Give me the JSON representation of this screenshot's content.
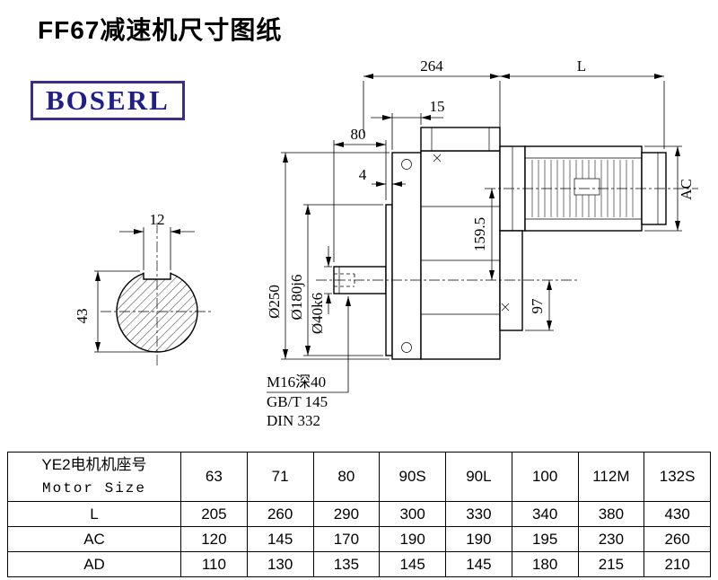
{
  "title": "FF67减速机尺寸图纸",
  "brand": "BOSERL",
  "drawing": {
    "dim_264": "264",
    "dim_L": "L",
    "dim_15": "15",
    "dim_80": "80",
    "dim_4": "4",
    "dim_12": "12",
    "dim_43": "43",
    "dia_250": "Ø250",
    "dia_180": "Ø180j6",
    "dia_40": "Ø40k6",
    "dim_159_5": "159.5",
    "dim_97": "97",
    "dim_AC": "AC",
    "note_thread": "M16深40",
    "note_gb": "GB/T 145",
    "note_din": "DIN 332"
  },
  "table": {
    "row_header_cn": "YE2电机机座号",
    "row_header_en": "Motor Size",
    "motor_sizes": [
      "63",
      "71",
      "80",
      "90S",
      "90L",
      "100",
      "112M",
      "132S"
    ],
    "rows": [
      {
        "label": "L",
        "values": [
          "205",
          "260",
          "290",
          "300",
          "330",
          "340",
          "380",
          "430"
        ]
      },
      {
        "label": "AC",
        "values": [
          "120",
          "145",
          "170",
          "190",
          "190",
          "195",
          "230",
          "260"
        ]
      },
      {
        "label": "AD",
        "values": [
          "110",
          "130",
          "135",
          "145",
          "145",
          "180",
          "215",
          "210"
        ]
      }
    ]
  }
}
